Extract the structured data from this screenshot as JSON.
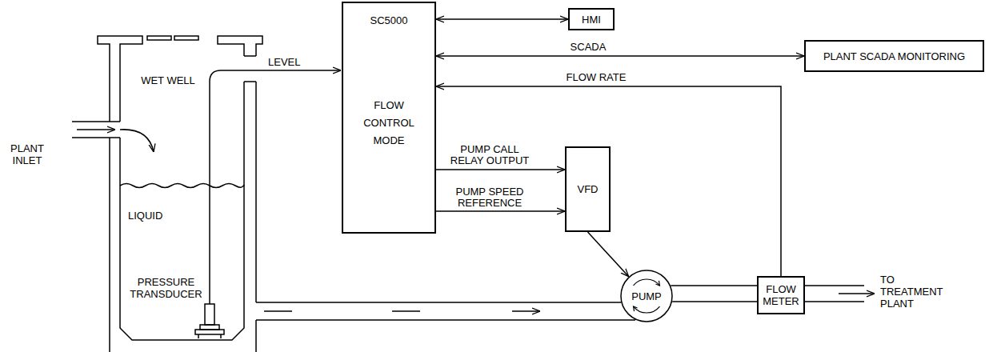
{
  "diagram": {
    "nodes": [
      {
        "text": [
          "SC5000",
          "FLOW CONTROL MODE"
        ]
      },
      {
        "text": [
          "HMI"
        ]
      },
      {
        "text": [
          "PLANT SCADA MONITORING"
        ]
      },
      {
        "text": [
          "VFD"
        ]
      },
      {
        "text": [
          "PUMP"
        ]
      },
      {
        "text": [
          "FLOW METER"
        ]
      }
    ],
    "edges": [
      {
        "from": 0,
        "to": 1,
        "arrow": "both"
      },
      {
        "from": 0,
        "to": 2,
        "label": "SCADA",
        "arrow": "both"
      },
      {
        "from": 5,
        "to": 0,
        "label": "FLOW RATE",
        "arrow": "to"
      },
      {
        "from": 0,
        "to": 3,
        "label": "PUMP CALL RELAY OUTPUT",
        "arrow": "to"
      },
      {
        "from": 0,
        "to": 3,
        "label": "PUMP SPEED REFERENCE",
        "arrow": "to"
      },
      {
        "from": 3,
        "to": 4,
        "arrow": "to"
      },
      {
        "from": 4,
        "to": 5,
        "arrow": "none"
      }
    ],
    "labels": [
      "WET WELL",
      "PLANT INLET",
      "LIQUID",
      "PRESSURE TRANSDUCER",
      "LEVEL",
      "TO TREATMENT PLANT"
    ]
  }
}
